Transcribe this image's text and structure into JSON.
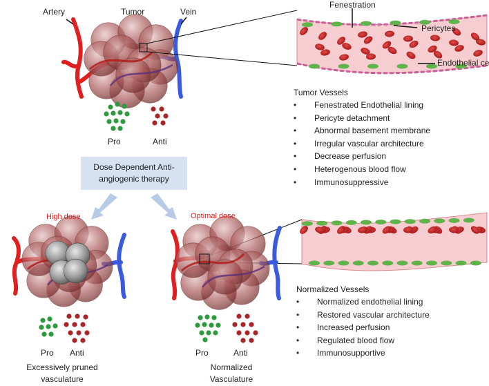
{
  "labels": {
    "artery": "Artery",
    "tumor": "Tumor",
    "vein": "Vein",
    "fenestration": "Fenestration",
    "pericytes": "Pericytes",
    "endothelial_cells": "Endothelial cells",
    "pro": "Pro",
    "anti": "Anti"
  },
  "therapy_box": {
    "line1": "Dose Dependent Anti-",
    "line2": "angiogenic therapy"
  },
  "high_dose": {
    "label": "High dose",
    "caption_line1": "Excessively  pruned",
    "caption_line2": "vasculature"
  },
  "optimal_dose": {
    "label": "Optimal  dose",
    "caption_line1": "Normalized",
    "caption_line2": "Vasculature"
  },
  "tumor_vessels": {
    "title": "Tumor Vessels",
    "items": [
      "Fenestrated Endothelial lining",
      "Pericyte detachment",
      "Abnormal basement membrane",
      "Irregular vascular architecture",
      "Decrease perfusion",
      "Heterogenous blood flow",
      "Immunosuppressive"
    ]
  },
  "normalized_vessels": {
    "title": "Normalized Vessels",
    "items": [
      "Normalized endothelial lining",
      "Restored vascular architecture",
      "Increased perfusion",
      "Regulated blood flow",
      "Immunosupportive"
    ]
  },
  "colors": {
    "artery": "#e02020",
    "vein": "#3a5ae0",
    "tumor_cell": "#9b4a4a",
    "pro_factor": "#2e9a3e",
    "anti_factor": "#a8262a",
    "vessel_wall": "#f4c3c6",
    "pericyte": "#5fb34a",
    "box_fill": "#d6e2f2",
    "dose_label": "#e41f1f",
    "therapy_arrow": "#b8cbe6"
  }
}
